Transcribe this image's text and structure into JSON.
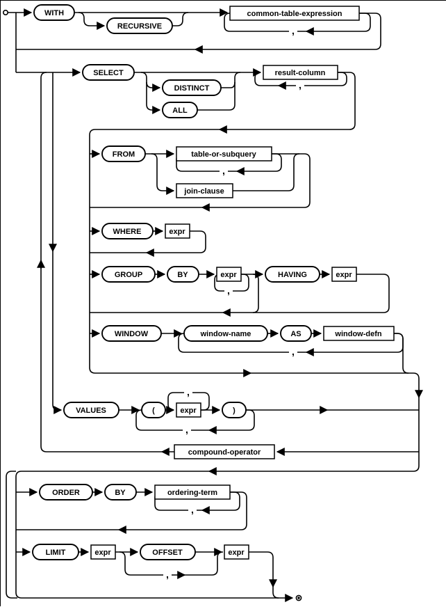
{
  "diagram": {
    "name": "select-stmt-syntax-diagram",
    "keywords": {
      "with": "WITH",
      "recursive": "RECURSIVE",
      "select": "SELECT",
      "distinct": "DISTINCT",
      "all": "ALL",
      "from": "FROM",
      "where": "WHERE",
      "group": "GROUP",
      "by": "BY",
      "having": "HAVING",
      "window": "WINDOW",
      "as": "AS",
      "values": "VALUES",
      "order": "ORDER",
      "limit": "LIMIT",
      "offset": "OFFSET"
    },
    "nonterminals": {
      "common_table_expression": "common-table-expression",
      "result_column": "result-column",
      "table_or_subquery": "table-or-subquery",
      "join_clause": "join-clause",
      "expr": "expr",
      "window_name": "window-name",
      "window_defn": "window-defn",
      "compound_operator": "compound-operator",
      "ordering_term": "ordering-term"
    },
    "literals": {
      "comma": ",",
      "lparen": "(",
      "rparen": ")"
    },
    "colors": {
      "stroke": "#000000",
      "background": "#ffffff"
    }
  }
}
